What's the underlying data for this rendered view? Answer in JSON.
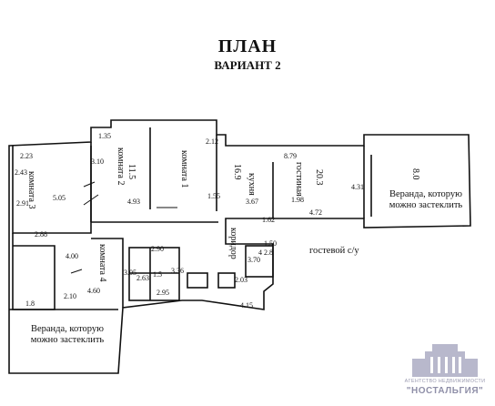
{
  "header": {
    "title": "ПЛАН",
    "subtitle": "ВАРИАНТ 2"
  },
  "rooms": [
    {
      "id": "room3",
      "name": "комната 3"
    },
    {
      "id": "room2",
      "name": "комната 2",
      "area": "11.5"
    },
    {
      "id": "room1",
      "name": "комната 1"
    },
    {
      "id": "kitchen",
      "name": "кухня",
      "area": "16.9"
    },
    {
      "id": "living",
      "name": "гостиная",
      "area": "20.3"
    },
    {
      "id": "room4",
      "name": "комната 4"
    },
    {
      "id": "corridor",
      "name": "коридор"
    },
    {
      "id": "guest_wc",
      "name": "гостевой с/у"
    },
    {
      "id": "veranda_right",
      "name": "Веранда, которую можно застеклить",
      "area": "8.0"
    },
    {
      "id": "veranda_left",
      "name": "Веранда, которую можно застеклить"
    }
  ],
  "dimensions": [
    "1.35",
    "3.10",
    "2.12",
    "8.79",
    "2.23",
    "2.43",
    "5.05",
    "4.93",
    "1.55",
    "3.67",
    "4.72",
    "1.98",
    "4.31",
    "2.91",
    "2.88",
    "1.62",
    "4.00",
    "2.90",
    "3.36",
    "2.63",
    "3.05",
    "2.95",
    "3.70",
    "2.03",
    "2.10",
    "4.60",
    "4.15",
    "1.8",
    "1.50",
    "2.8",
    "4",
    "1.5"
  ],
  "logo": {
    "line1": "АГЕНТСТВО НЕДВИЖИМОСТИ",
    "line2": "\"НОСТАЛЬГИЯ\""
  }
}
